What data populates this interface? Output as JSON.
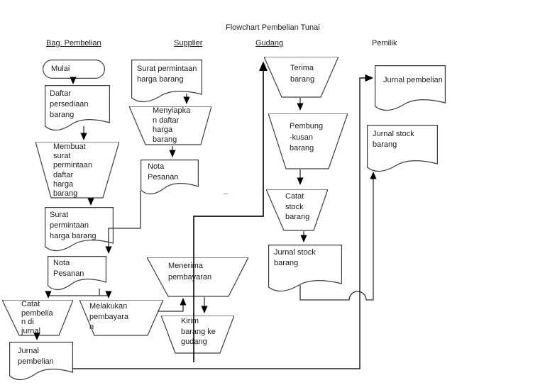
{
  "title": "Flowchart Pembelian Tunai",
  "columns": {
    "bag_pembelian": {
      "label": "Bag. Pembelian",
      "underlined": true
    },
    "supplier": {
      "label": "Supplier",
      "underlined": true
    },
    "gudang": {
      "label": "Gudang",
      "underlined": true
    },
    "pemilik": {
      "label": "Pemilik",
      "underlined": false
    }
  },
  "nodes": {
    "mulai": {
      "type": "terminator",
      "label": "Mulai"
    },
    "daftar_persediaan": {
      "type": "document",
      "label": "Daftar\npersediaan\nbarang"
    },
    "membuat_surat": {
      "type": "manual-operation",
      "label": "Membuat\nsurat\npermintaan\ndaftar\nharga\nbarang"
    },
    "surat_permintaan_bp": {
      "type": "document",
      "label": "Surat\npermintaan\nharga barang"
    },
    "nota_pesanan_bp": {
      "type": "document",
      "label": "Nota\nPesanan"
    },
    "catat_pembelian": {
      "type": "manual-operation",
      "label": "Catat\npembelia\nn di\njurnal"
    },
    "melakukan_pembayaran": {
      "type": "manual-operation",
      "label": "Melakukan\npembayara\nn"
    },
    "jurnal_pembelian_bp": {
      "type": "document",
      "label": "Jurnal\npembelian"
    },
    "surat_permintaan_sup": {
      "type": "document",
      "label": "Surat permintaan\nharga barang"
    },
    "menyiapkan_daftar": {
      "type": "manual-operation",
      "label": "Menyiapka\nn daftar\nharga\nbarang"
    },
    "nota_pesanan_sup": {
      "type": "document",
      "label": "Nota\nPesanan"
    },
    "menerima_pembayaran": {
      "type": "manual-operation",
      "label": "Menerima\npembayaran"
    },
    "kirim_barang": {
      "type": "manual-operation",
      "label": "Kirim\nbarang ke\ngudang"
    },
    "terima_barang": {
      "type": "manual-operation",
      "label": "Terima\nbarang"
    },
    "pembungkusan_barang": {
      "type": "manual-operation",
      "label": "Pembung\n-kusan\nbarang"
    },
    "catat_stock": {
      "type": "manual-operation",
      "label": "Catat\nstock\nbarang"
    },
    "jurnal_stock_gudang": {
      "type": "document",
      "label": "Jurnal stock\nbarang"
    },
    "jurnal_pembelian_pemilik": {
      "type": "document",
      "label": "Jurnal pembelian"
    },
    "jurnal_stock_pemilik": {
      "type": "document",
      "label": "Jurnal stock\nbarang"
    }
  },
  "edges": [
    {
      "from": "mulai",
      "to": "daftar_persediaan"
    },
    {
      "from": "daftar_persediaan",
      "to": "membuat_surat"
    },
    {
      "from": "membuat_surat",
      "to": "surat_permintaan_bp"
    },
    {
      "from": "surat_permintaan_sup",
      "to": "menyiapkan_daftar"
    },
    {
      "from": "menyiapkan_daftar",
      "to": "nota_pesanan_sup"
    },
    {
      "from": "nota_pesanan_sup",
      "to": "nota_pesanan_bp"
    },
    {
      "from": "nota_pesanan_bp",
      "to": "catat_pembelian"
    },
    {
      "from": "nota_pesanan_bp",
      "to": "melakukan_pembayaran"
    },
    {
      "from": "catat_pembelian",
      "to": "jurnal_pembelian_bp"
    },
    {
      "from": "melakukan_pembayaran",
      "to": "menerima_pembayaran"
    },
    {
      "from": "menerima_pembayaran",
      "to": "kirim_barang"
    },
    {
      "from": "kirim_barang",
      "to": "terima_barang"
    },
    {
      "from": "terima_barang",
      "to": "pembungkusan_barang"
    },
    {
      "from": "pembungkusan_barang",
      "to": "catat_stock"
    },
    {
      "from": "catat_stock",
      "to": "jurnal_stock_gudang"
    },
    {
      "from": "jurnal_stock_gudang",
      "to": "jurnal_stock_pemilik"
    },
    {
      "from": "jurnal_pembelian_bp",
      "to": "jurnal_pembelian_pemilik"
    }
  ],
  "annotations": {
    "dash": "–"
  },
  "colors": {
    "background": "#ffffff",
    "shape_stroke": "#3d3d3d",
    "line": "#2f2f2f",
    "arrow": "#000000",
    "text": "#1c1c1c"
  }
}
